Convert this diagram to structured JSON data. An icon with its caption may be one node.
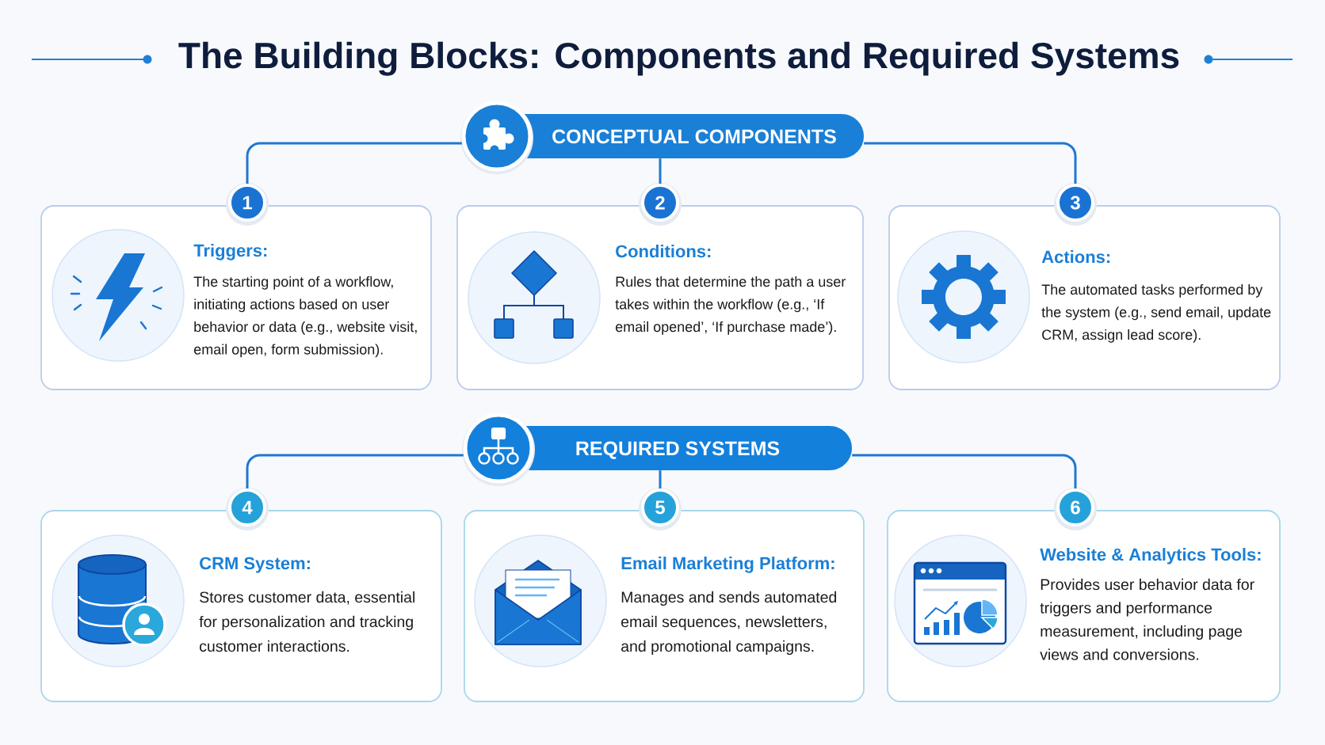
{
  "diagram": {
    "title": "The Building Blocks: Components and Required Systems",
    "nodes": [
      {
        "text": [
          "CONCEPTUAL COMPONENTS"
        ]
      },
      {
        "text": [
          "1"
        ]
      },
      {
        "text": [
          "Triggers:",
          "The starting point of a workflow, initiating actions based on user behavior or data (e.g., website visit, email open, form submission)."
        ]
      },
      {
        "text": [
          "2"
        ]
      },
      {
        "text": [
          "Conditions:",
          "Rules that determine the path a user takes within the workflow (e.g., ‘If email opened’, ‘If purchase made’)."
        ]
      },
      {
        "text": [
          "3"
        ]
      },
      {
        "text": [
          "Actions:",
          "The automated tasks performed by the system (e.g., send email, update CRM, assign lead score)."
        ]
      },
      {
        "text": [
          "REQUIRED SYSTEMS"
        ]
      },
      {
        "text": [
          "4"
        ]
      },
      {
        "text": [
          "CRM System:",
          "Stores customer data, essential for personalization and tracking customer interactions."
        ]
      },
      {
        "text": [
          "5"
        ]
      },
      {
        "text": [
          "Email Marketing Platform:",
          "Manages and sends automated email sequences, newsletters, and promotional campaigns."
        ]
      },
      {
        "text": [
          "6"
        ]
      },
      {
        "text": [
          "Website & Analytics Tools:",
          "Provides user behavior data for triggers and performance measurement, including page views and conversions."
        ]
      }
    ],
    "edges": [
      {
        "from": 0,
        "to": 1,
        "arrow": "none"
      },
      {
        "from": 0,
        "to": 3,
        "arrow": "none"
      },
      {
        "from": 0,
        "to": 5,
        "arrow": "none"
      },
      {
        "from": 7,
        "to": 8,
        "arrow": "none"
      },
      {
        "from": 7,
        "to": 10,
        "arrow": "none"
      },
      {
        "from": 7,
        "to": 12,
        "arrow": "none"
      }
    ]
  }
}
